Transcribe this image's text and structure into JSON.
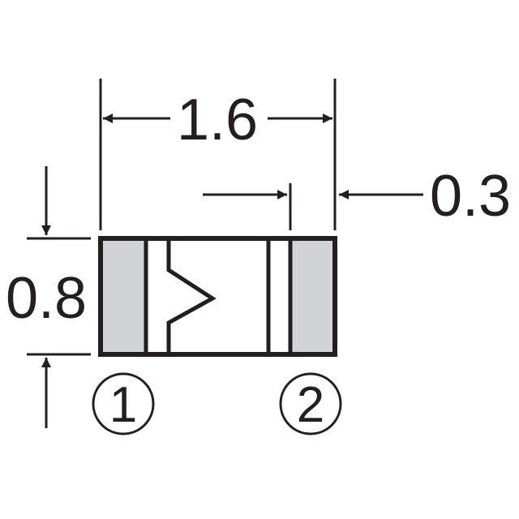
{
  "dimensions": {
    "length": "1.6",
    "width": "0.8",
    "terminal": "0.3"
  },
  "pins": {
    "pin1": "1",
    "pin2": "2"
  },
  "colors": {
    "ink": "#231f20",
    "terminal_fill": "#d1d3d4",
    "background": "#ffffff"
  }
}
